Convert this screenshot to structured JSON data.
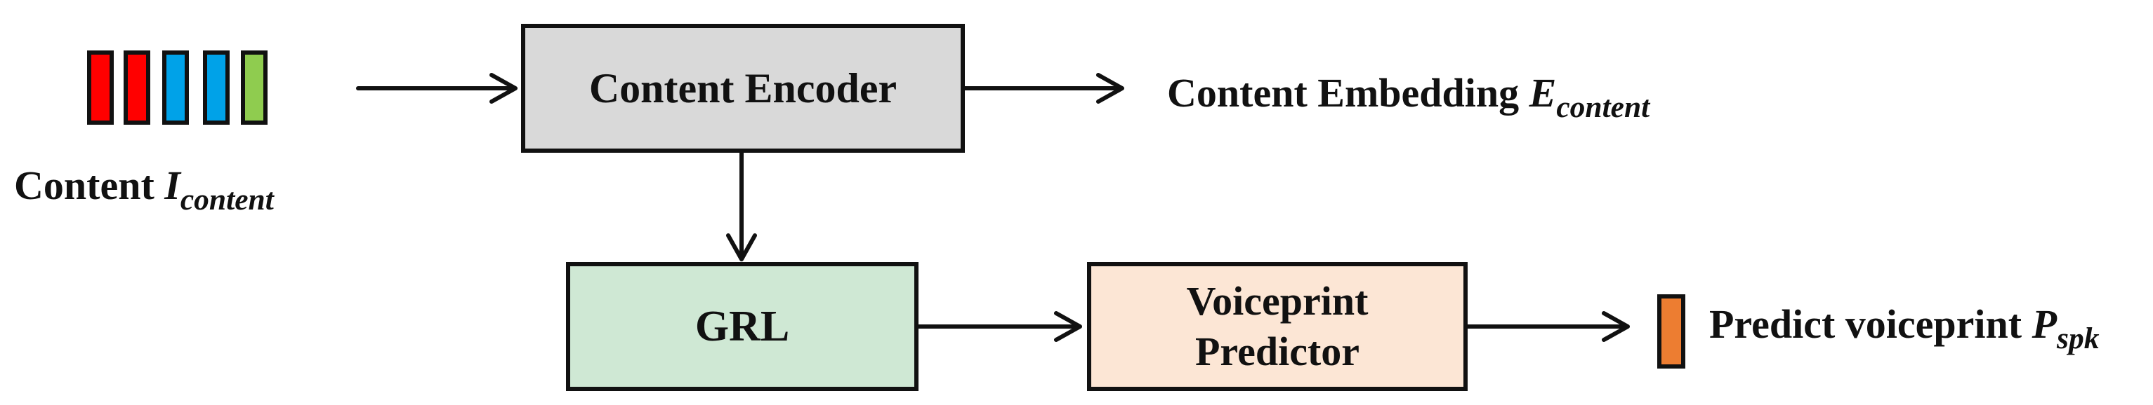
{
  "input": {
    "label_prefix": "Content ",
    "label_symbol": "I",
    "label_sub": "content",
    "cells": [
      {
        "color": "#ff0000"
      },
      {
        "color": "#ff0000"
      },
      {
        "color": "#00a2e8"
      },
      {
        "color": "#00a2e8"
      },
      {
        "color": "#8fcc4f"
      }
    ]
  },
  "content_encoder": {
    "label": "Content Encoder",
    "color": "#d9d9d9"
  },
  "embedding": {
    "label_prefix": "Content Embedding ",
    "label_symbol": "E",
    "label_sub": "content"
  },
  "grl": {
    "label": "GRL",
    "color": "#cfe8d4"
  },
  "voiceprint_predictor": {
    "line1": "Voiceprint",
    "line2": "Predictor",
    "color": "#fce6d5"
  },
  "output": {
    "label_prefix": "Predict voiceprint ",
    "label_symbol": "P",
    "label_sub": "spk",
    "marker_color": "#ed7d31"
  }
}
